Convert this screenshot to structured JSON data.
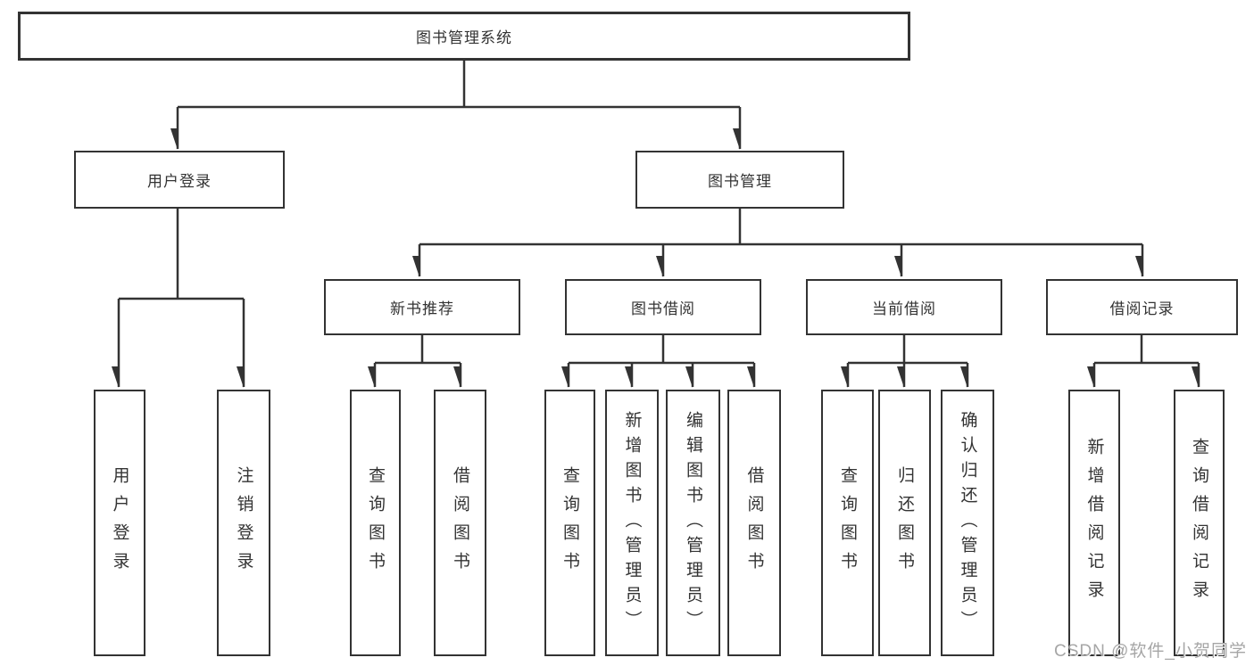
{
  "diagram": {
    "watermark": "CSDN @软件_小贺同学",
    "colors": {
      "line": "#333333",
      "box_border": "#333333",
      "box_fill": "#ffffff",
      "text": "#333333",
      "watermark": "#a6a6a6"
    },
    "tree": {
      "label": "图书管理系统",
      "children": [
        {
          "label": "用户登录",
          "children": [
            {
              "label": "用户登录"
            },
            {
              "label": "注销登录"
            }
          ]
        },
        {
          "label": "图书管理",
          "children": [
            {
              "label": "新书推荐",
              "children": [
                {
                  "label": "查询图书"
                },
                {
                  "label": "借阅图书"
                }
              ]
            },
            {
              "label": "图书借阅",
              "children": [
                {
                  "label": "查询图书"
                },
                {
                  "label": "新增图书（管理员）"
                },
                {
                  "label": "编辑图书（管理员）"
                },
                {
                  "label": "借阅图书"
                }
              ]
            },
            {
              "label": "当前借阅",
              "children": [
                {
                  "label": "查询图书"
                },
                {
                  "label": "归还图书"
                },
                {
                  "label": "确认归还（管理员）"
                }
              ]
            },
            {
              "label": "借阅记录",
              "children": [
                {
                  "label": "新增借阅记录"
                },
                {
                  "label": "查询借阅记录"
                }
              ]
            }
          ]
        }
      ]
    }
  }
}
